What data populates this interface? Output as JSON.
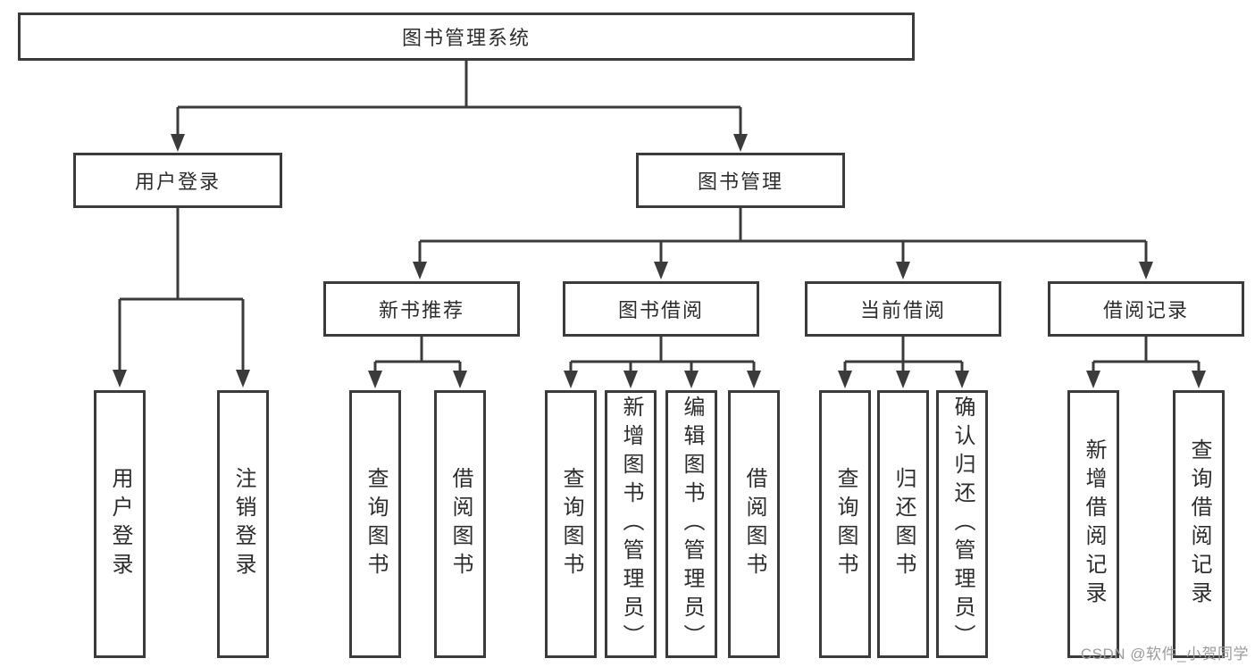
{
  "diagram": {
    "root": {
      "label": "图书管理系统"
    },
    "level2": [
      {
        "label": "用户登录",
        "children": [
          "用户登录",
          "注销登录"
        ]
      },
      {
        "label": "图书管理",
        "sections": [
          {
            "label": "新书推荐",
            "children": [
              "查询图书",
              "借阅图书"
            ]
          },
          {
            "label": "图书借阅",
            "children": [
              "查询图书",
              "新增图书（管理员）",
              "编辑图书（管理员）",
              "借阅图书"
            ]
          },
          {
            "label": "当前借阅",
            "children": [
              "查询图书",
              "归还图书",
              "确认归还（管理员）"
            ]
          },
          {
            "label": "借阅记录",
            "children": [
              "新增借阅记录",
              "查询借阅记录"
            ]
          }
        ]
      }
    ]
  },
  "colors": {
    "line": "#3b3b3b",
    "text": "#2d2d2d",
    "watermark": "#9c9c9c"
  },
  "watermark": {
    "text": "CSDN @软件_小贺同学"
  }
}
